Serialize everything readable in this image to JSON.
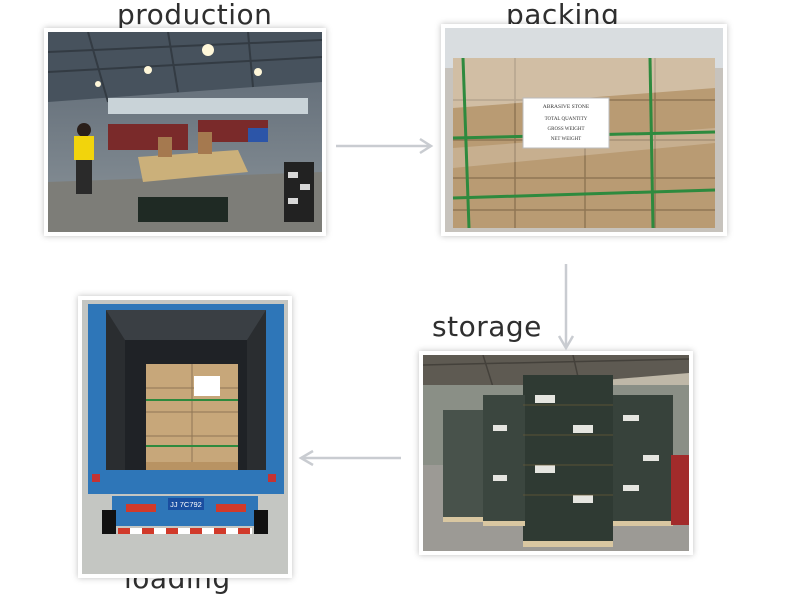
{
  "steps": {
    "production": {
      "label": "production"
    },
    "packing": {
      "label": "packing",
      "paper_lines": [
        "ABRASIVE STONE",
        "TOTAL QUANTITY",
        "GROSS WEIGHT",
        "NET WEIGHT"
      ]
    },
    "storage": {
      "label": "storage"
    },
    "loading": {
      "label": "loading",
      "license_plate": "JJ 7C792"
    }
  },
  "colors": {
    "arrow": "#c9ccd1",
    "label": "#2f2f2f"
  }
}
